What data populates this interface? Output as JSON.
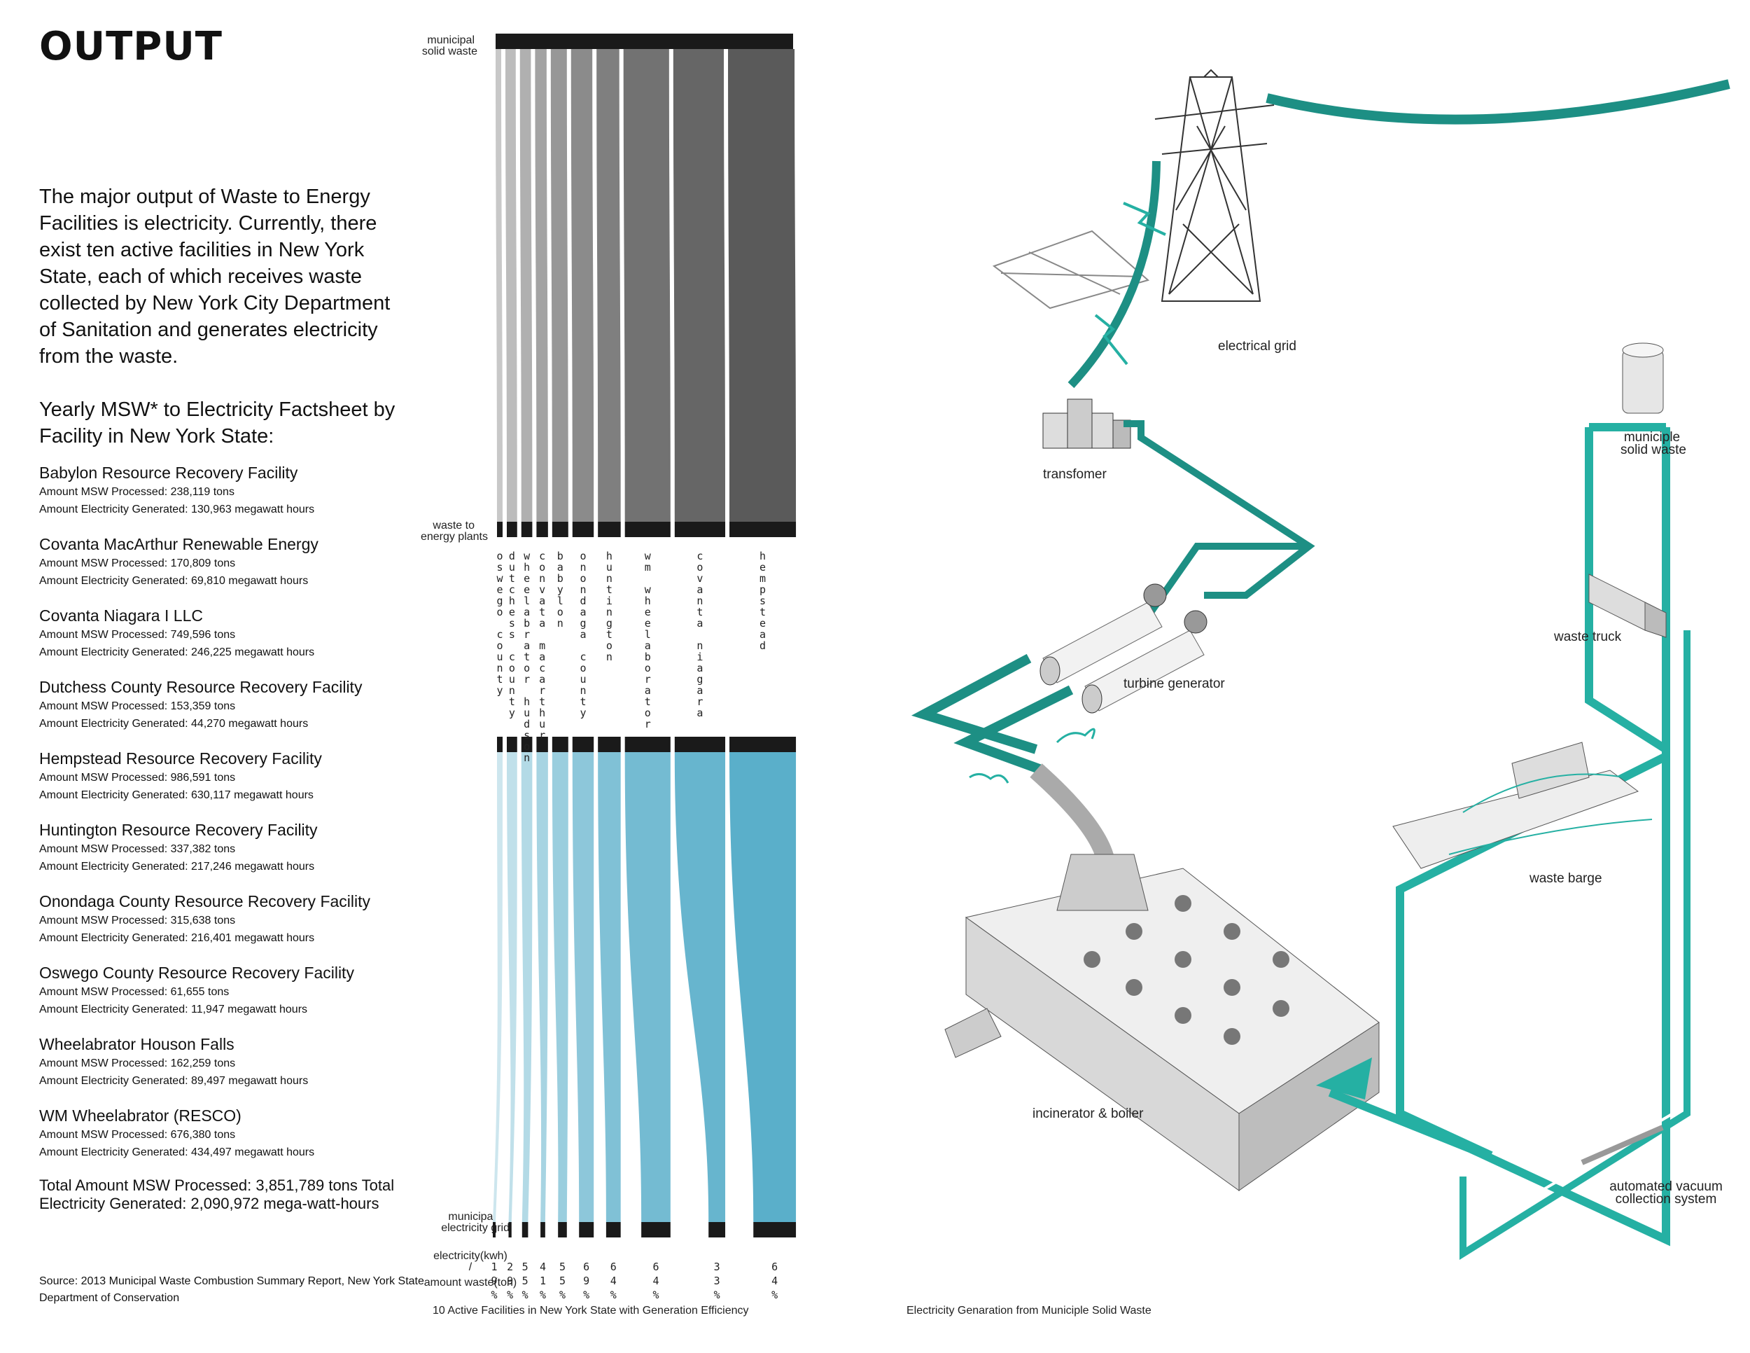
{
  "page": {
    "title": "OUTPUT",
    "intro": "The major output of Waste to Energy Facilities is electricity. Currently, there exist ten active facilities in New York State, each of which receives waste collected by New York City Department of Sanitation and generates electricity from the waste.",
    "factsheet_title": "Yearly MSW* to Electricity Factsheet by Facility in New York State:",
    "facilities": [
      {
        "name": "Babylon Resource Recovery Facility",
        "msw": "Amount MSW Processed: 238,119 tons",
        "elec": "Amount Electricity Generated: 130,963 megawatt hours"
      },
      {
        "name": "Covanta MacArthur Renewable Energy",
        "msw": "Amount MSW Processed: 170,809 tons",
        "elec": "Amount Electricity Generated: 69,810 megawatt hours"
      },
      {
        "name": "Covanta Niagara I LLC",
        "msw": "Amount MSW Processed: 749,596 tons",
        "elec": "Amount Electricity Generated: 246,225 megawatt hours"
      },
      {
        "name": "Dutchess County Resource Recovery Facility",
        "msw": "Amount MSW Processed: 153,359 tons",
        "elec": "Amount Electricity Generated: 44,270 megawatt hours"
      },
      {
        "name": "Hempstead Resource Recovery Facility",
        "msw": "Amount MSW Processed: 986,591 tons",
        "elec": "Amount Electricity Generated: 630,117 megawatt hours"
      },
      {
        "name": "Huntington Resource Recovery Facility",
        "msw": "Amount MSW Processed: 337,382 tons",
        "elec": "Amount Electricity Generated: 217,246 megawatt hours"
      },
      {
        "name": "Onondaga County Resource Recovery Facility",
        "msw": "Amount MSW Processed: 315,638 tons",
        "elec": "Amount Electricity Generated: 216,401 megawatt hours"
      },
      {
        "name": "Oswego County Resource Recovery Facility",
        "msw": "Amount MSW Processed: 61,655 tons",
        "elec": "Amount Electricity Generated: 11,947 megawatt hours"
      },
      {
        "name": "Wheelabrator Houson Falls",
        "msw": "Amount MSW Processed: 162,259 tons",
        "elec": "Amount Electricity Generated: 89,497 megawatt hours"
      },
      {
        "name": "WM Wheelabrator (RESCO)",
        "msw": "Amount MSW Processed: 676,380 tons",
        "elec": "Amount Electricity Generated: 434,497 megawatt hours"
      }
    ],
    "totals": "Total Amount MSW Processed: 3,851,789 tons Total Electricity Generated: 2,090,972 mega-watt-hours",
    "source": "Source: 2013 Municipal Waste Combustion Summary Report, New York State Department of Conservation"
  },
  "sankey": {
    "top_label_1": "municipal",
    "top_label_2": "solid waste",
    "mid_label_1": "waste to",
    "mid_label_2": "energy plants",
    "bottom_label_1": "municipal",
    "bottom_label_2": "electricity grid",
    "ratio_label_1": "electricity(kwh)",
    "ratio_label_2": "/",
    "ratio_label_3": "amount waste(ton)",
    "caption": "10 Active Facilities in New York State with Generation Efficiency",
    "colors": {
      "grey_dark": "#575757",
      "blue_dark": "#5aafca",
      "bar": "#1a1a1a"
    },
    "flows": [
      {
        "name": "oswego county",
        "msw": 61655,
        "efficiency": "19%"
      },
      {
        "name": "dutchess county",
        "msw": 153359,
        "efficiency": "29%"
      },
      {
        "name": "wheelabrator hudson",
        "msw": 162259,
        "efficiency": "55%"
      },
      {
        "name": "convata macarthur",
        "msw": 170809,
        "efficiency": "41%"
      },
      {
        "name": "babylon",
        "msw": 238119,
        "efficiency": "55%"
      },
      {
        "name": "onondaga county",
        "msw": 315638,
        "efficiency": "69%"
      },
      {
        "name": "huntington",
        "msw": 337382,
        "efficiency": "64%"
      },
      {
        "name": "wm wheelaborator",
        "msw": 676380,
        "efficiency": "64%"
      },
      {
        "name": "covanta niagara",
        "msw": 749596,
        "efficiency": "33%"
      },
      {
        "name": "hempstead",
        "msw": 986591,
        "efficiency": "64%"
      }
    ]
  },
  "diagram": {
    "caption": "Electricity Genaration from Municiple Solid Waste",
    "colors": {
      "teal_dark": "#1d8f84",
      "teal": "#25b0a3"
    },
    "labels": {
      "grid": "electrical grid",
      "transformer": "transfomer",
      "msw": "municiple solid waste",
      "msw_1": "municiple",
      "msw_2": "solid waste",
      "turbine": "turbine generator",
      "truck": "waste truck",
      "barge": "waste barge",
      "incinerator": "incinerator & boiler",
      "vacuum_1": "automated vacuum",
      "vacuum_2": "collection system"
    }
  }
}
